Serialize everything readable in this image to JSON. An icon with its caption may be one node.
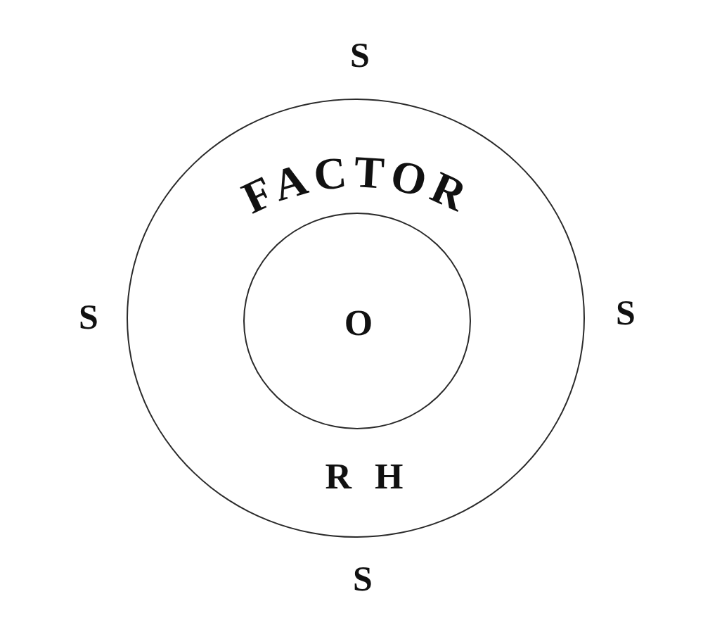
{
  "diagram": {
    "nodes": [
      {
        "text": [
          "FACTOR",
          "R H"
        ]
      },
      {
        "text": [
          "O"
        ],
        "in": 0
      }
    ],
    "labels": [
      "S",
      "S",
      "S",
      "S"
    ]
  }
}
